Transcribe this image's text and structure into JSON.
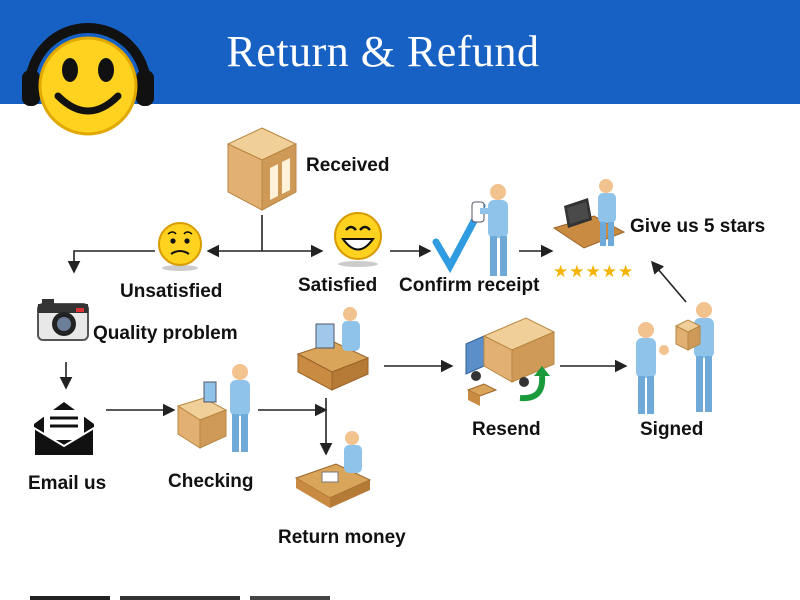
{
  "title": "Return & Refund",
  "nodes": {
    "received": "Received",
    "unsatisfied": "Unsatisfied",
    "satisfied": "Satisfied",
    "confirm": "Confirm receipt",
    "stars": "Give us 5 stars",
    "quality": "Quality problem",
    "email": "Email us",
    "checking": "Checking",
    "return_money": "Return money",
    "resend": "Resend",
    "signed": "Signed"
  },
  "rating": "★★★★★",
  "colors": {
    "header": "#1760c4",
    "star": "#f5b400",
    "person": "#8fc3ea",
    "box": "#d9a55b"
  }
}
